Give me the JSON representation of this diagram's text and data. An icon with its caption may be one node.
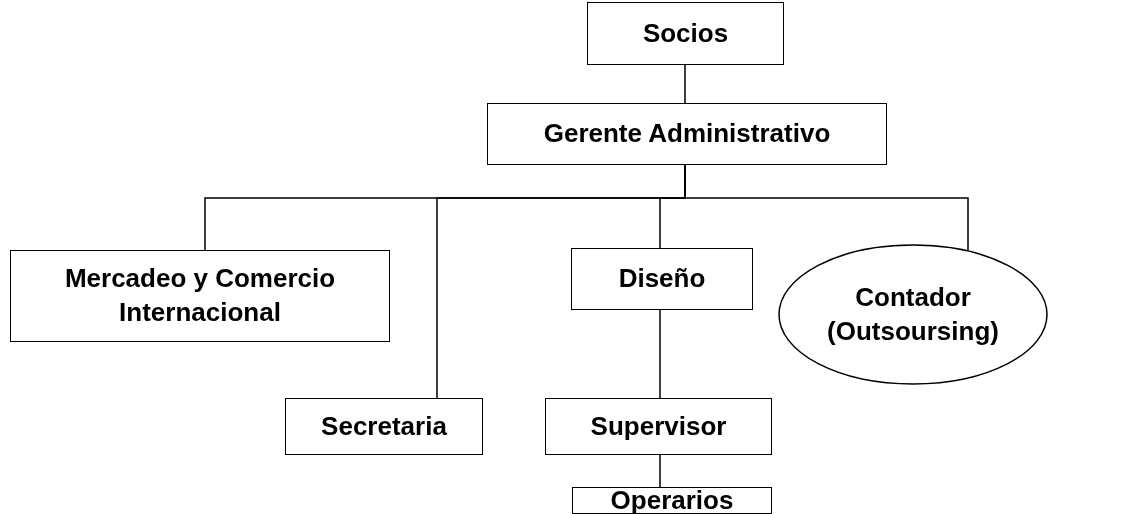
{
  "diagram": {
    "nodes": [
      {
        "text": [
          "Socios"
        ]
      },
      {
        "text": [
          "Gerente Administrativo"
        ]
      },
      {
        "text": [
          "Mercadeo y Comercio Internacional"
        ]
      },
      {
        "text": [
          "Secretaria"
        ]
      },
      {
        "text": [
          "Diseño"
        ]
      },
      {
        "text": [
          "Supervisor"
        ]
      },
      {
        "text": [
          "Operarios"
        ]
      },
      {
        "text": [
          "Contador (Outsoursing)"
        ]
      }
    ],
    "edges": [
      {
        "from": 0,
        "to": 1,
        "arrow": "none"
      },
      {
        "from": 1,
        "to": 2,
        "arrow": "none"
      },
      {
        "from": 1,
        "to": 3,
        "arrow": "none"
      },
      {
        "from": 1,
        "to": 4,
        "arrow": "none"
      },
      {
        "from": 1,
        "to": 7,
        "arrow": "none"
      },
      {
        "from": 4,
        "to": 5,
        "arrow": "none"
      },
      {
        "from": 5,
        "to": 6,
        "arrow": "none"
      }
    ]
  }
}
